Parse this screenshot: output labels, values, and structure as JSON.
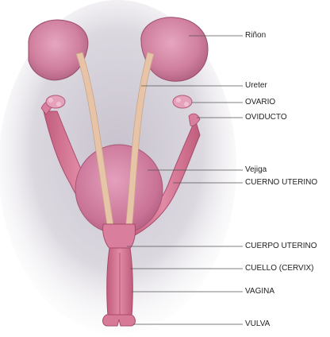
{
  "labels": {
    "kidney": "Riñon",
    "ureter": "Ureter",
    "ovary": "OVARIO",
    "oviduct": "OVIDUCTO",
    "bladder": "Vejiga",
    "uterine_horn": "CUERNO UTERINO",
    "uterine_body": "CUERPO UTERINO",
    "cervix": "CUELLO (CERVIX)",
    "vagina": "VAGINA",
    "vulva": "VULVA"
  },
  "colors": {
    "organ": "#d77a97",
    "organ_dark": "#b95577",
    "kidney": "#c86e8e",
    "ureter": "#e6c3a7",
    "bladder": "#cf7fa1",
    "shadow": "#d4d0d9",
    "leader": "#555555"
  }
}
